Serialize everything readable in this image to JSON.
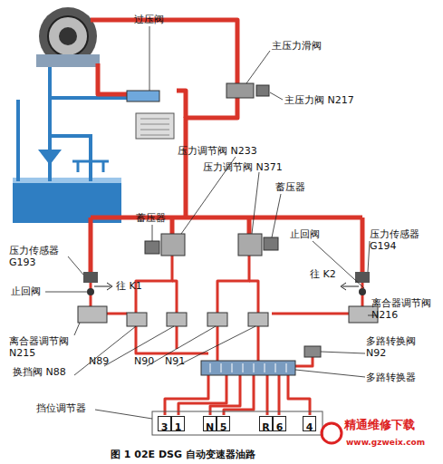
{
  "diagram": {
    "caption": "图 1 02E DSG 自动变速器油路",
    "nodes": [
      {
        "text": [
          "3"
        ]
      },
      {
        "text": [
          "1"
        ]
      },
      {
        "text": [
          "N"
        ]
      },
      {
        "text": [
          "5"
        ]
      },
      {
        "text": [
          "R"
        ]
      },
      {
        "text": [
          "6"
        ]
      },
      {
        "text": [
          "4"
        ]
      }
    ],
    "edges": [],
    "labels": [
      "过压阀",
      "主压力滑阀",
      "主压力阀 N217",
      "压力调节阀 N233",
      "压力调节阀 N371",
      "蓄压器",
      "蓄压器",
      "止回阀",
      "压力传感器 G194",
      "压力传感器 G193",
      "止回阀",
      "往 K1",
      "往 K2",
      "离合器调节阀 N216",
      "离合器调节阀 N215",
      "换挡阀 N88",
      "N89",
      "N90",
      "N91",
      "多路转换阀 N92",
      "多路转换器",
      "挡位调节器",
      "精通维修下载",
      "www.gzweix.com"
    ]
  }
}
